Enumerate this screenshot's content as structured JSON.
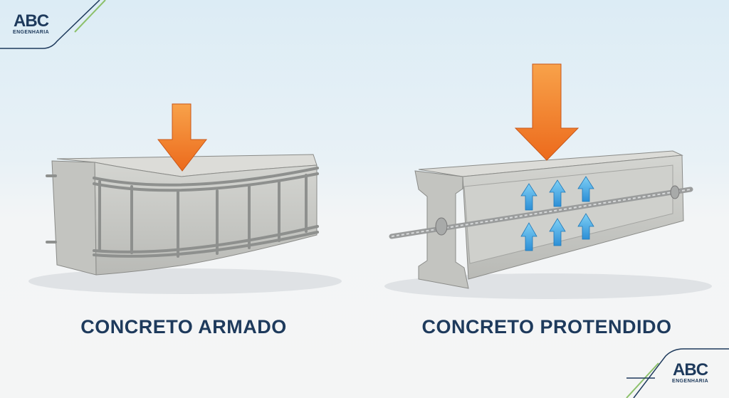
{
  "logo_top": {
    "name": "ABC",
    "tagline": "ENGENHARIA"
  },
  "logo_bottom": {
    "name": "ABC",
    "tagline": "ENGENHARIA"
  },
  "left_panel": {
    "title": "CONCRETO ARMADO"
  },
  "right_panel": {
    "title": "CONCRETO PROTENDIDO"
  },
  "colors": {
    "navy": "#1e3a5c",
    "accent_green": "#8cc06a",
    "load_arrow": "#f07c24",
    "stress_arrow": "#3fa2e0",
    "concrete": "#c9cac6"
  }
}
